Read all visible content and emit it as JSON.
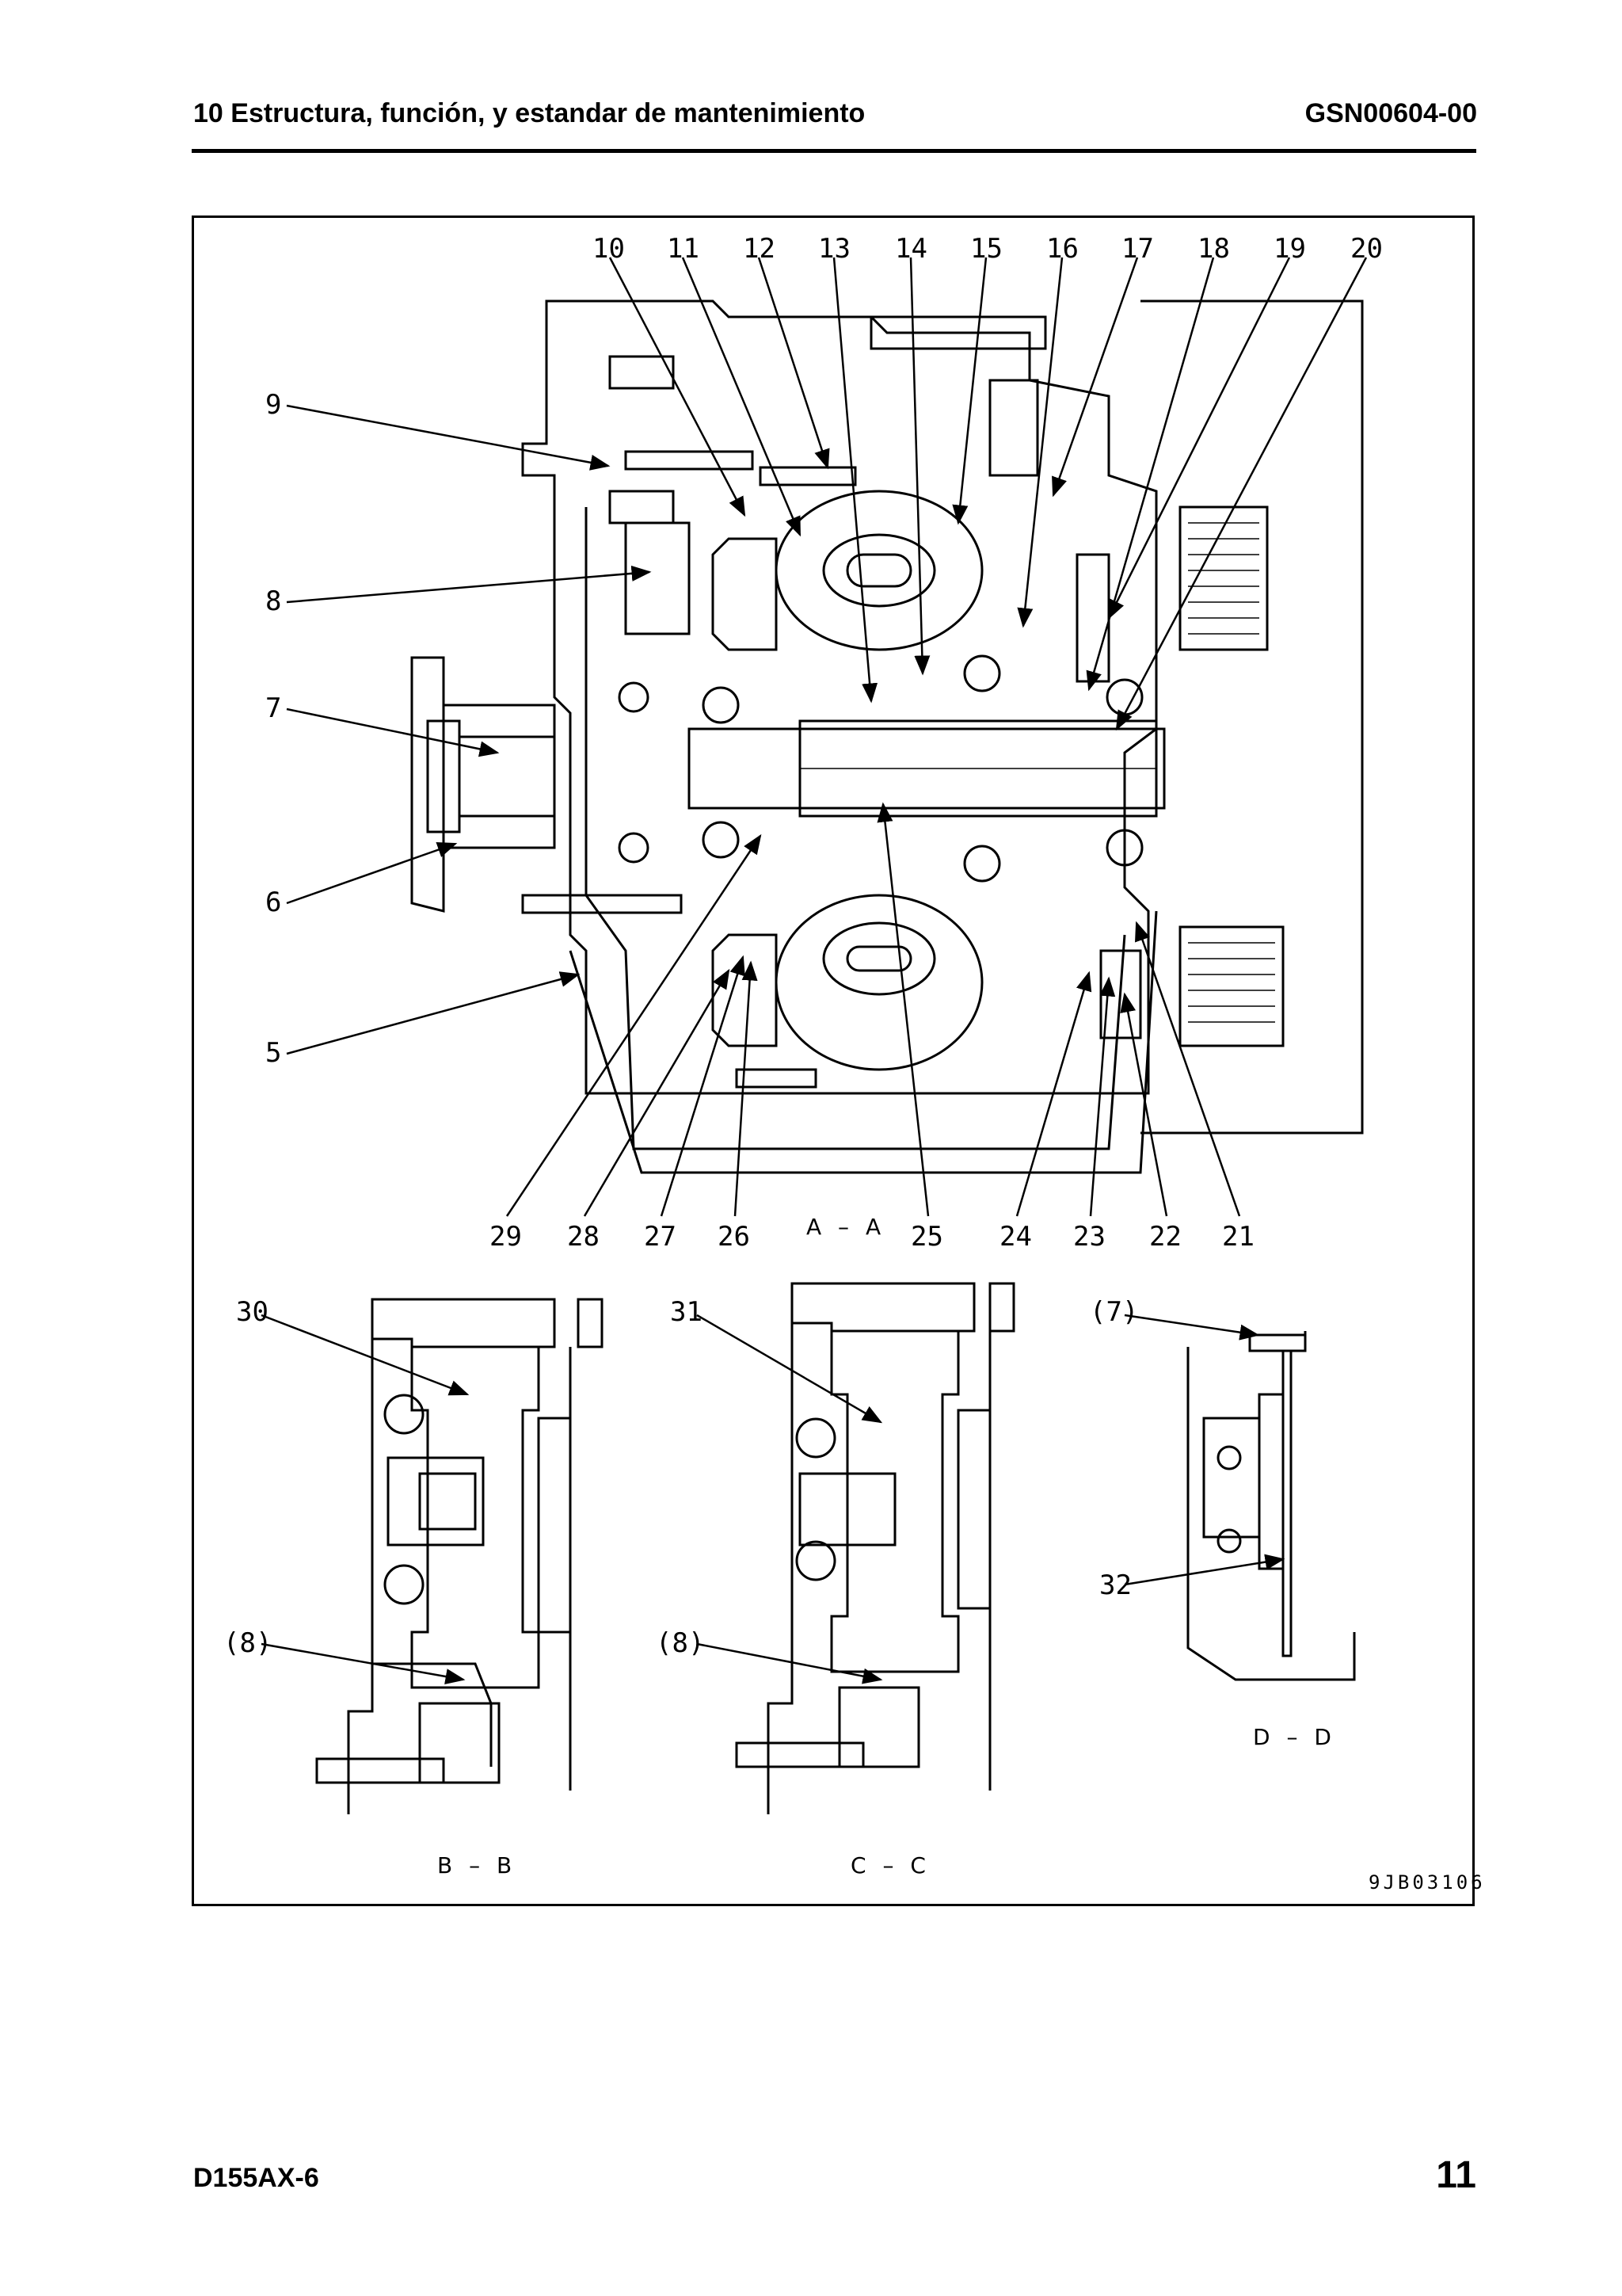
{
  "header": {
    "title": "10 Estructura, función, y estandar de mantenimiento",
    "doc_code": "GSN00604-00"
  },
  "figure": {
    "top_callouts": [
      "10",
      "11",
      "12",
      "13",
      "14",
      "15",
      "16",
      "17",
      "18",
      "19",
      "20"
    ],
    "left_callouts": [
      "9",
      "8",
      "7",
      "6",
      "5"
    ],
    "bottom_callouts": [
      "29",
      "28",
      "27",
      "26",
      "25",
      "24",
      "23",
      "22",
      "21"
    ],
    "section_labels": {
      "aa": "A – A",
      "bb": "B – B",
      "cc": "C – C",
      "dd": "D – D"
    },
    "detail_callouts": {
      "c30": "30",
      "c31": "31",
      "c7": "(7)",
      "c32": "32",
      "c8_left": "(8)",
      "c8_mid": "(8)"
    },
    "drawing_code": "9JB03106"
  },
  "footer": {
    "model": "D155AX-6",
    "page_number": "11"
  }
}
